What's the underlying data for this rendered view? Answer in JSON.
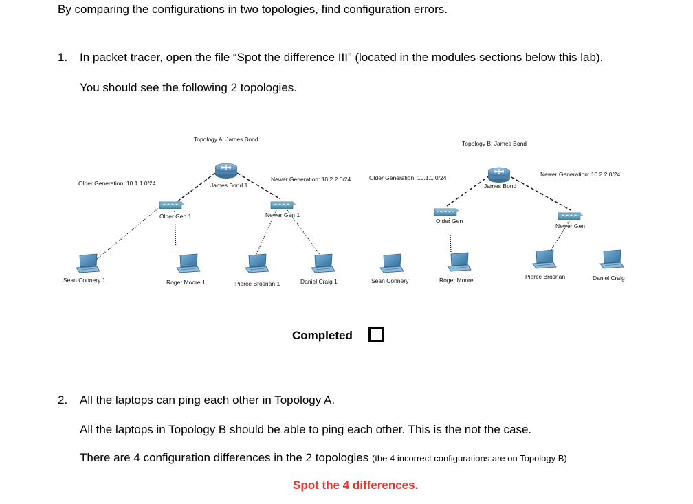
{
  "intro": "By comparing the configurations in two topologies, find configuration errors.",
  "step1": {
    "number": "1.",
    "line1": "In packet tracer, open the file “Spot the difference III” (located in the modules sections below this lab).",
    "line2": "You should see the following 2 topologies."
  },
  "topology_a": {
    "title": "Topology A: James Bond",
    "older_net": "Older Generation: 10.1.1.0/24",
    "newer_net": "Newer Generation: 10.2.2.0/24",
    "router": "James Bond 1",
    "switch_old": "Older Gen 1",
    "switch_new": "Newer Gen 1",
    "pcs": [
      "Sean Connery 1",
      "Roger Moore 1",
      "Pierce Brosnan 1",
      "Daniel Craig 1"
    ]
  },
  "topology_b": {
    "title": "Topology B: James Bond",
    "older_net": "Older Generation: 10.1.1.0/24",
    "newer_net": "Newer Generation: 10.2.2.0/24",
    "router": "James Bond",
    "switch_old": "Older Gen",
    "switch_new": "Newer Gen",
    "pcs": [
      "Sean Connery",
      "Roger Moore",
      "Pierce Brosnan",
      "Daniel Craig"
    ]
  },
  "completed_label": "Completed",
  "step2": {
    "number": "2.",
    "line1": "All the laptops can ping each other in Topology A.",
    "line2": "All the laptops in Topology B should be able to ping each other. This is the not the case.",
    "line3": "There are 4 configuration differences in the 2 topologies",
    "line3_note": "(the 4 incorrect configurations are on Topology B)",
    "cta": "Spot the 4 differences."
  },
  "colors": {
    "accent_red": "#e8342a",
    "router_blue": "#5d8fb5",
    "switch_teal": "#4f97b8"
  }
}
